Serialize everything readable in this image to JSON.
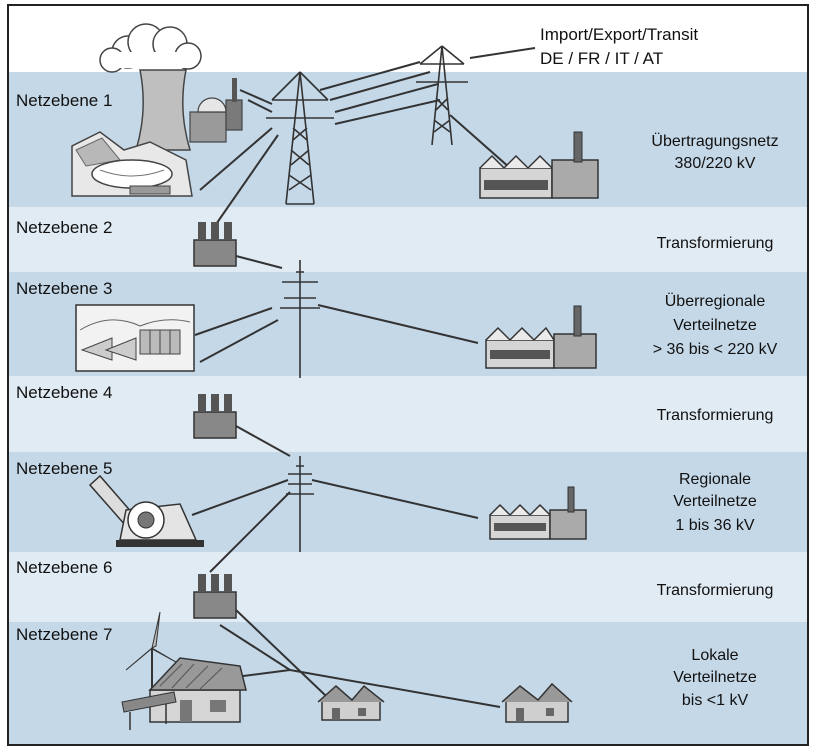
{
  "header": {
    "import_line1": "Import/Export/Transit",
    "import_line2": "DE / FR / IT / AT"
  },
  "levels": [
    {
      "label": "Netzebene 1",
      "desc": [
        "Übertragungsnetz",
        "380/220 kV"
      ]
    },
    {
      "label": "Netzebene 2",
      "desc": [
        "Transformierung"
      ]
    },
    {
      "label": "Netzebene 3",
      "desc": [
        "Überregionale",
        "Verteilnetze",
        "> 36 bis < 220 kV"
      ]
    },
    {
      "label": "Netzebene 4",
      "desc": [
        "Transformierung"
      ]
    },
    {
      "label": "Netzebene 5",
      "desc": [
        "Regionale",
        "Verteilnetze",
        "1 bis 36 kV"
      ]
    },
    {
      "label": "Netzebene 6",
      "desc": [
        "Transformierung"
      ]
    },
    {
      "label": "Netzebene 7",
      "desc": [
        "Lokale",
        "Verteilnetze",
        "bis <1 kV"
      ]
    }
  ],
  "colors": {
    "band_dark": "#c5d8e8",
    "band_light": "#e1ebf4",
    "line": "#333333",
    "text": "#111111"
  }
}
